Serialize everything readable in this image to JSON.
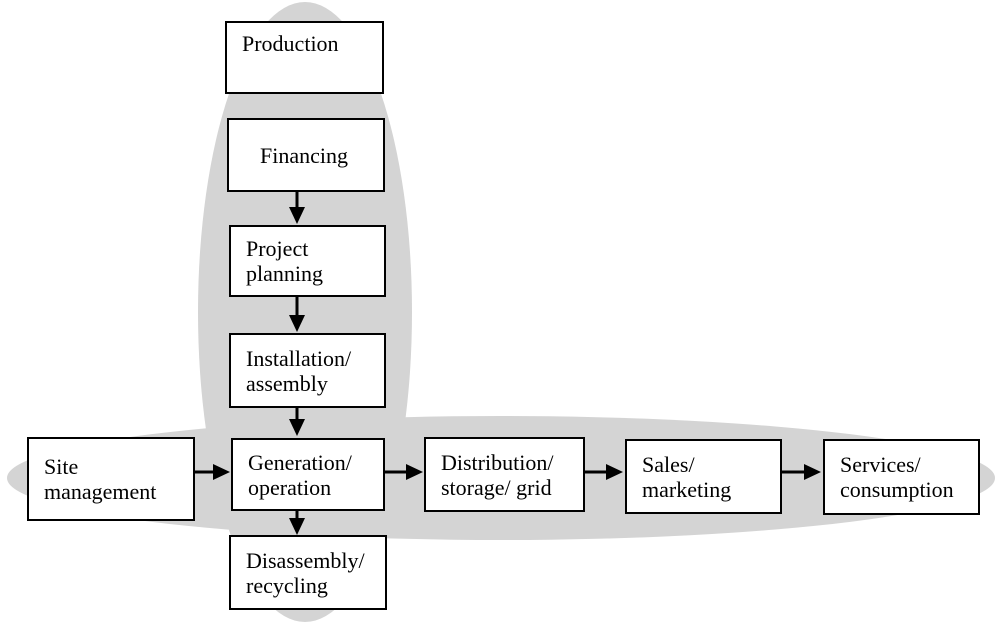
{
  "diagram": {
    "nodes": {
      "production": {
        "label": "Production"
      },
      "financing": {
        "label": "Financing"
      },
      "project_planning": {
        "label": "Project\nplanning"
      },
      "installation": {
        "label": "Installation/\nassembly"
      },
      "site_management": {
        "label": "Site\nmanagement"
      },
      "generation": {
        "label": "Generation/\noperation"
      },
      "distribution": {
        "label": "Distribution/\nstorage/ grid"
      },
      "sales": {
        "label": "Sales/\nmarketing"
      },
      "services": {
        "label": "Services/\nconsumption"
      },
      "disassembly": {
        "label": "Disassembly/\nrecycling"
      }
    },
    "flows": {
      "vertical_chain": [
        "financing",
        "project_planning",
        "installation",
        "generation",
        "disassembly"
      ],
      "horizontal_chain": [
        "site_management",
        "generation",
        "distribution",
        "sales",
        "services"
      ]
    },
    "colors": {
      "ellipse_fill": "#d4d4d4",
      "box_fill": "#ffffff",
      "box_border": "#000000",
      "arrow": "#000000",
      "text": "#000000",
      "background": "#ffffff"
    }
  }
}
